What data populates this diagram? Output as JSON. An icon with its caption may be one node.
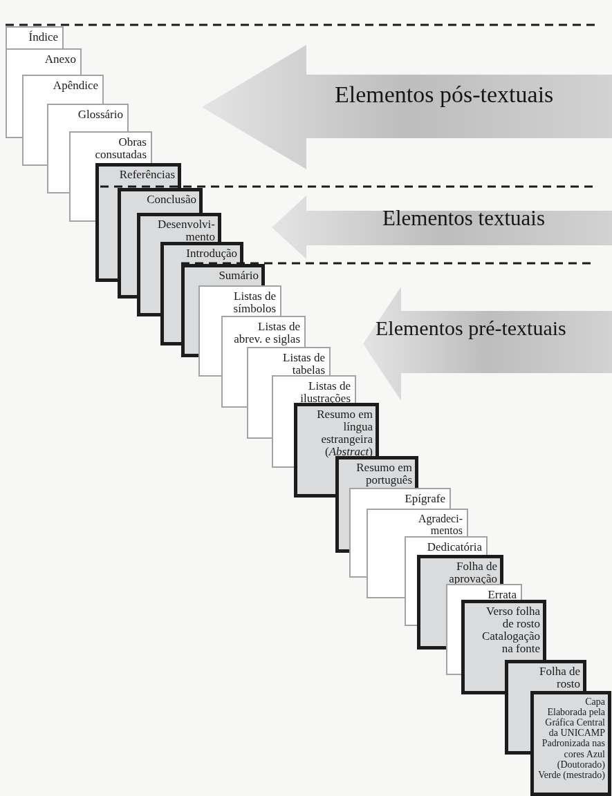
{
  "diagram": {
    "nodes": [
      {
        "text": [
          "Índice"
        ]
      },
      {
        "text": [
          "Anexo"
        ]
      },
      {
        "text": [
          "Apêndice"
        ]
      },
      {
        "text": [
          "Glossário"
        ]
      },
      {
        "text": [
          "Obras consutadas"
        ]
      },
      {
        "text": [
          "Referências"
        ]
      },
      {
        "text": [
          "Conclusão"
        ]
      },
      {
        "text": [
          "Desenvolvi-mento"
        ]
      },
      {
        "text": [
          "Introdução"
        ]
      },
      {
        "text": [
          "Sumário"
        ]
      },
      {
        "text": [
          "Listas de símbolos"
        ]
      },
      {
        "text": [
          "Listas de abrev. e siglas"
        ]
      },
      {
        "text": [
          "Listas de tabelas"
        ]
      },
      {
        "text": [
          "Listas de ilustrações"
        ]
      },
      {
        "text": [
          "Resumo em língua estrangeira (*Abstract*)"
        ]
      },
      {
        "text": [
          "Resumo em português"
        ]
      },
      {
        "text": [
          "Epígrafe"
        ]
      },
      {
        "text": [
          "Agradeci-mentos"
        ]
      },
      {
        "text": [
          "Dedicatória"
        ]
      },
      {
        "text": [
          "Folha de aprovação"
        ]
      },
      {
        "text": [
          "Errata"
        ]
      },
      {
        "text": [
          "Verso folha de rosto",
          "Catalogação na fonte"
        ]
      },
      {
        "text": [
          "Folha de rosto"
        ]
      },
      {
        "text": [
          "Capa",
          "Elaborada pela Gráfica Central da UNICAMP Padronizada nas cores Azul (Doutorado) Verde (mestrado)"
        ]
      },
      {
        "text": [
          "Elementos pós-textuais"
        ]
      },
      {
        "text": [
          "Elementos textuais"
        ]
      },
      {
        "text": [
          "Elementos pré-textuais"
        ]
      }
    ]
  }
}
